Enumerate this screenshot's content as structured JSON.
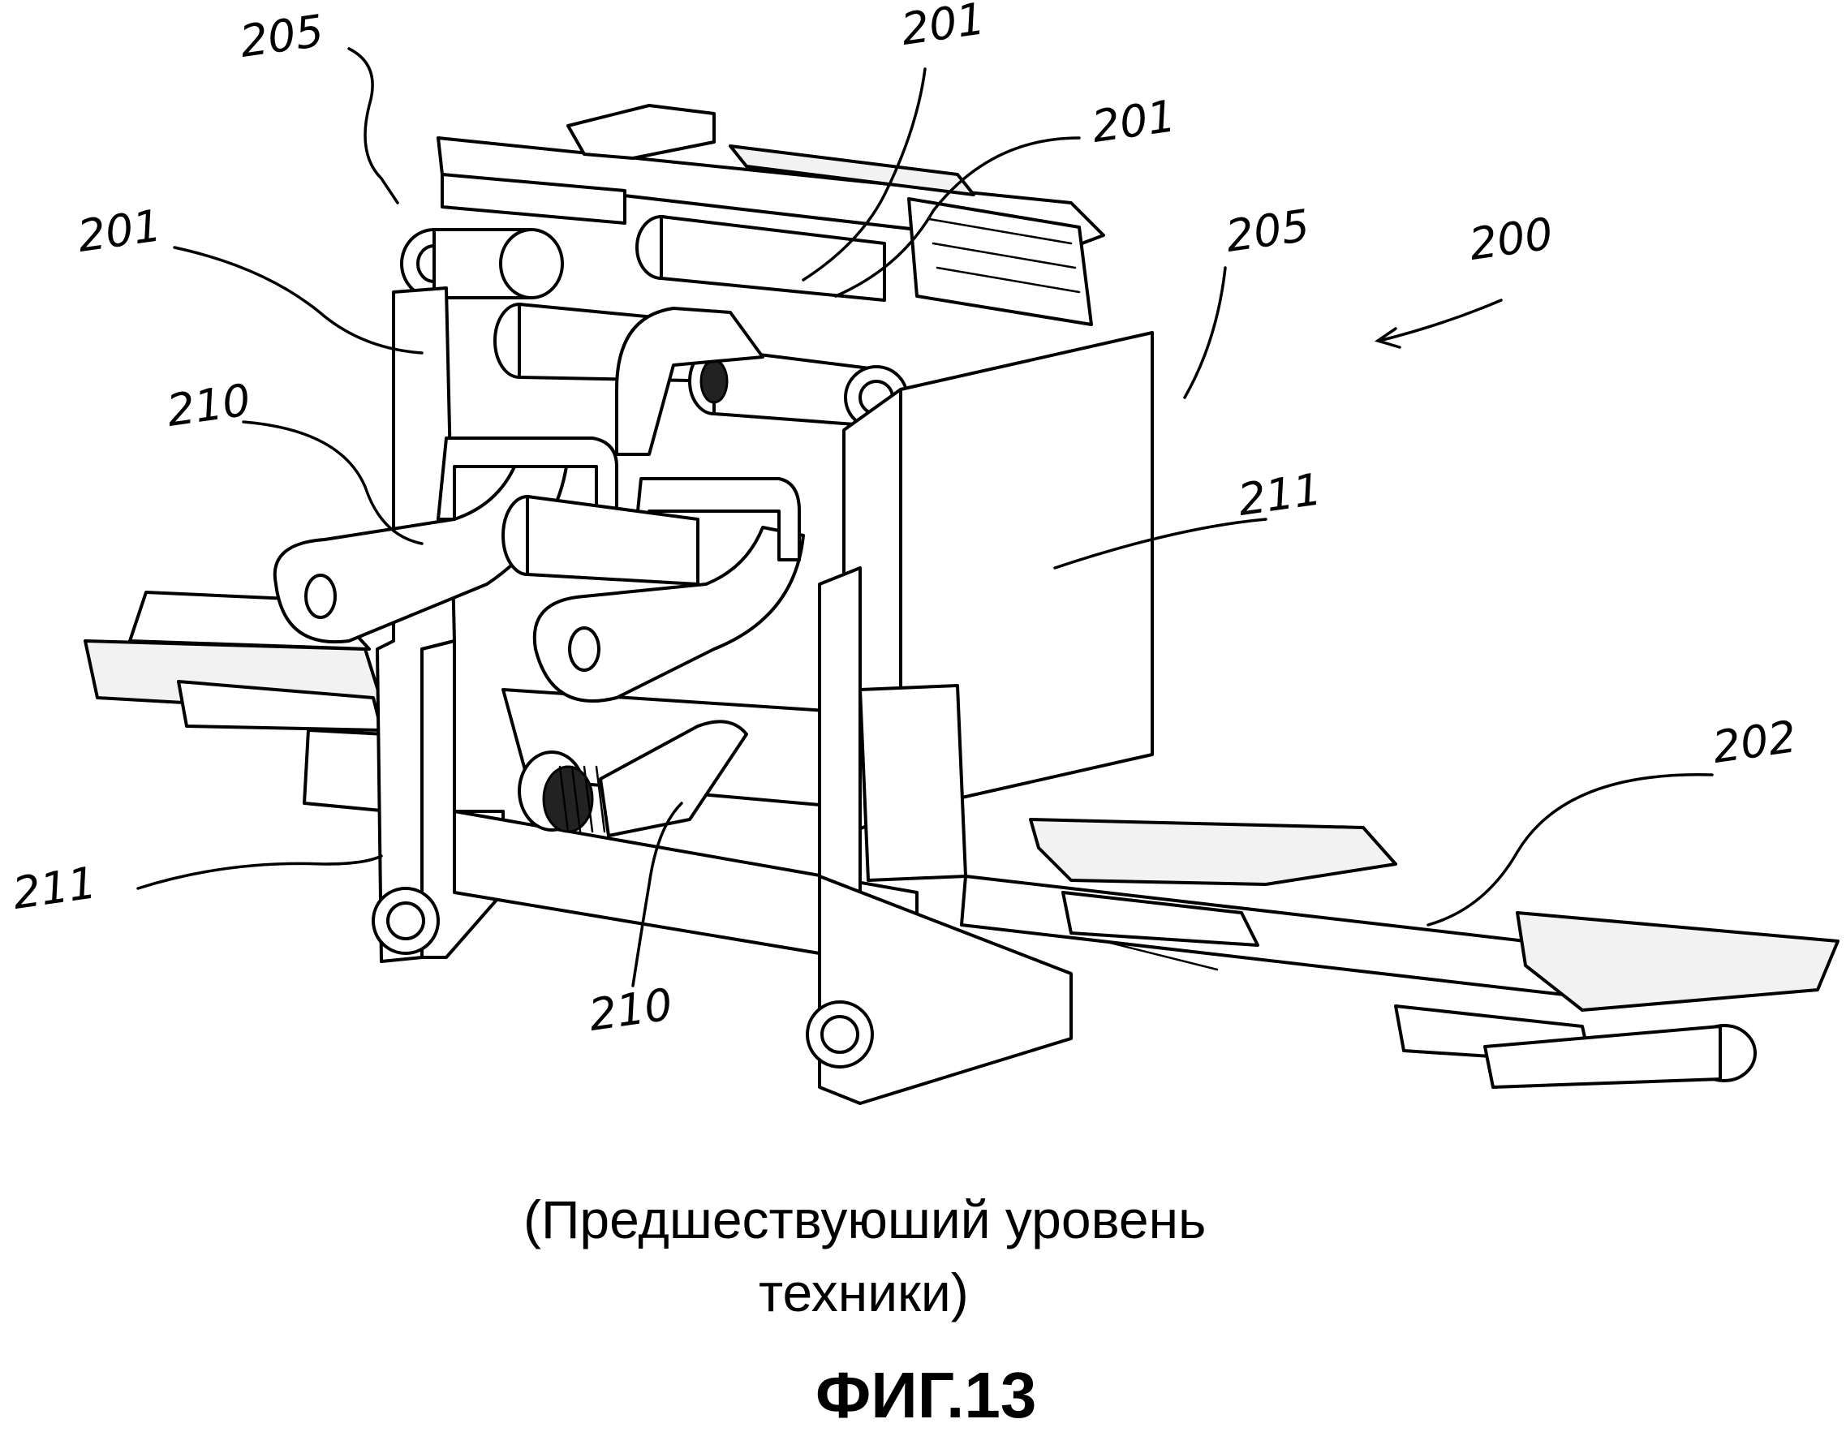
{
  "labels": {
    "ref_205_top": "205",
    "ref_201_top": "201",
    "ref_201_mid": "201",
    "ref_201_left": "201",
    "ref_205_right": "205",
    "ref_200": "200",
    "ref_210_left": "210",
    "ref_211_right": "211",
    "ref_202": "202",
    "ref_211_left": "211",
    "ref_210_bottom": "210"
  },
  "caption": {
    "line1": "(Предшествуюший уровень",
    "line2": "техники)"
  },
  "figure_number": "ФИГ.13"
}
